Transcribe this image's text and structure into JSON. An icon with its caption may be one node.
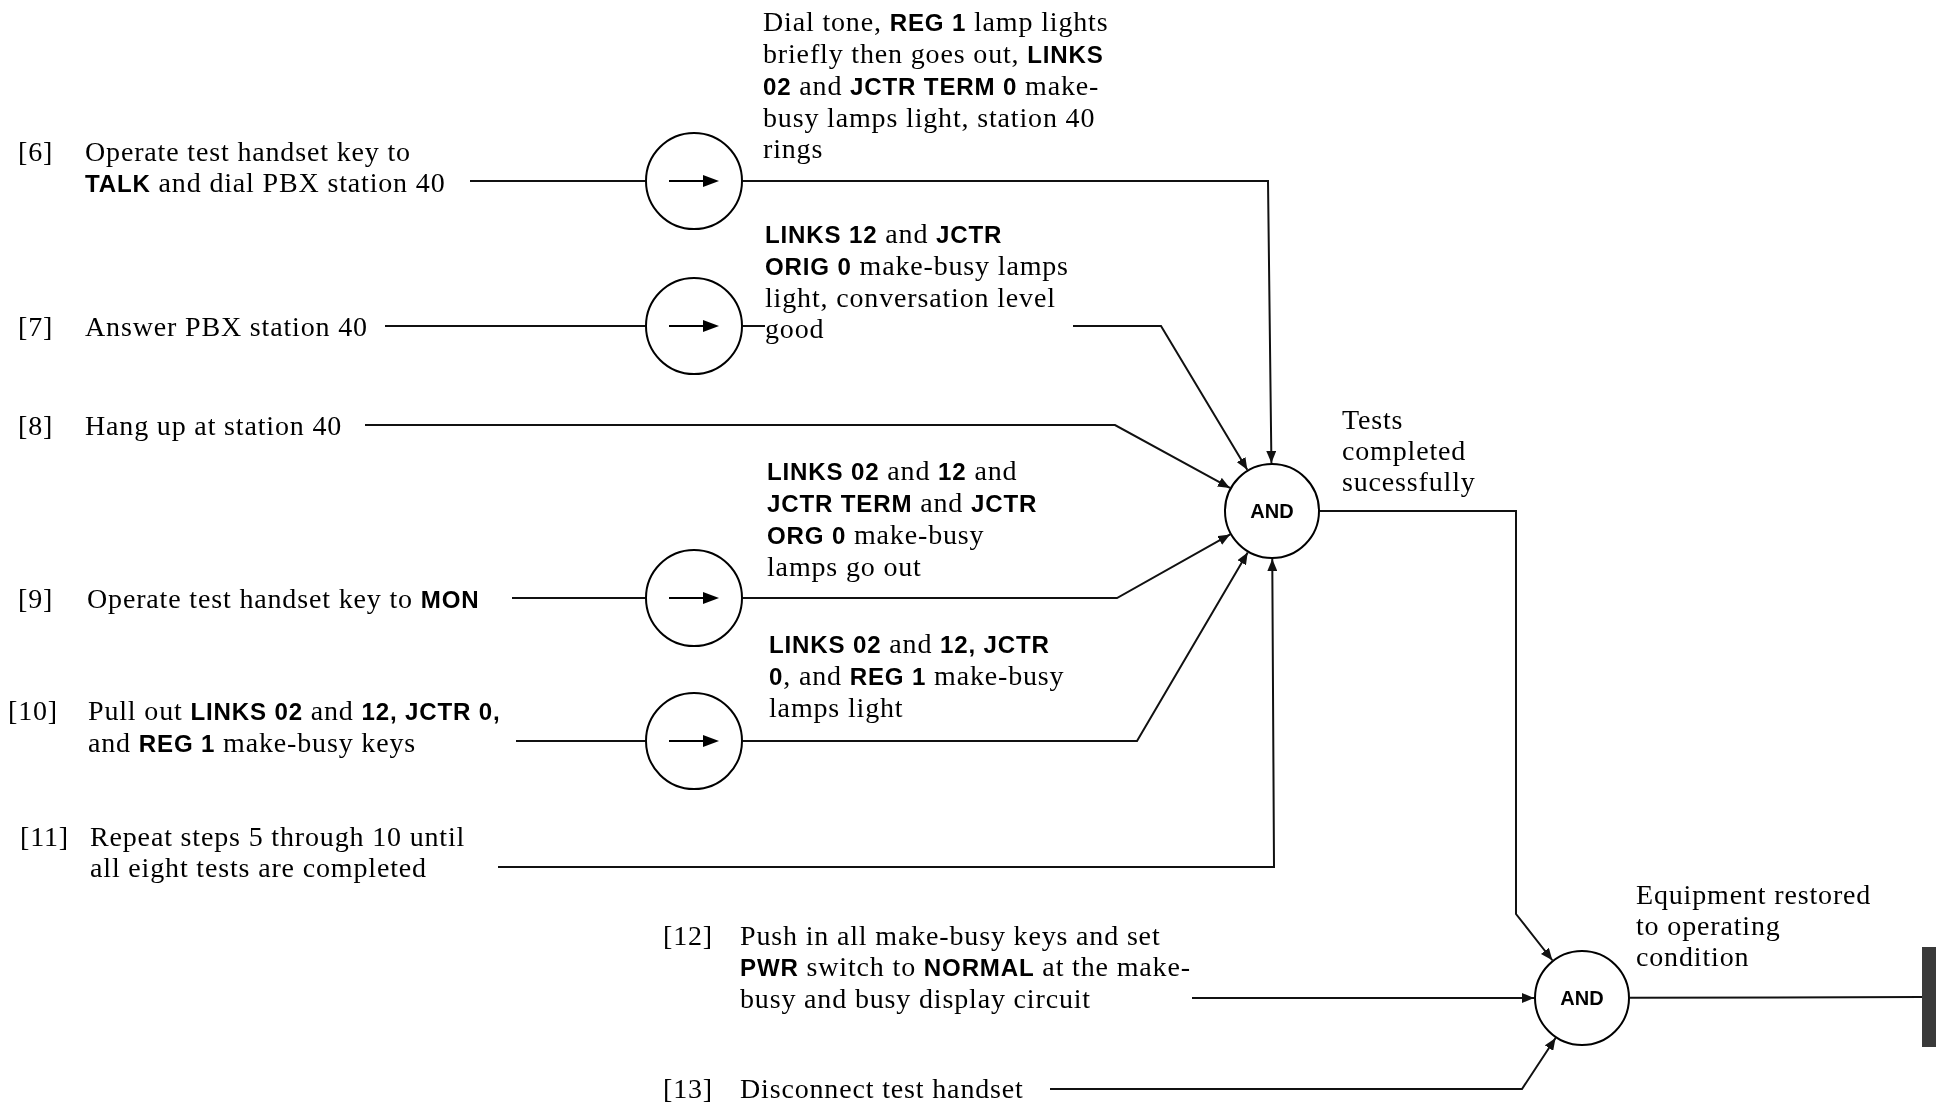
{
  "diagram": {
    "nodes": [
      {
        "text": [
          "[6]",
          "Operate test handset key to **TALK** and dial PBX station 40"
        ]
      },
      {
        "text": [],
        "shape": "circle"
      },
      {
        "text": [
          "[7]",
          "Answer PBX station 40"
        ]
      },
      {
        "text": [],
        "shape": "circle"
      },
      {
        "text": [
          "[8]",
          "Hang up at station 40"
        ]
      },
      {
        "text": [
          "[9]",
          "Operate test handset key to **MON**"
        ]
      },
      {
        "text": [],
        "shape": "circle"
      },
      {
        "text": [
          "[10]",
          "Pull out **LINKS 02** and **12, JCTR 0,** and **REG 1** make-busy keys"
        ]
      },
      {
        "text": [],
        "shape": "circle"
      },
      {
        "text": [
          "[11]",
          "Repeat steps 5 through 10 until all eight tests are completed"
        ]
      },
      {
        "text": [
          "AND"
        ],
        "beside": [
          "Tests completed sucessfully"
        ]
      },
      {
        "text": [
          "[12]",
          "Push in all make-busy keys and set **PWR** switch to **NORMAL** at the make-busy and busy display circuit"
        ]
      },
      {
        "text": [
          "[13]",
          "Disconnect test handset"
        ]
      },
      {
        "text": [
          "AND"
        ],
        "beside": [
          "Equipment restored to operating condition"
        ]
      },
      {
        "text": [],
        "shape": "bar"
      }
    ],
    "edges": [
      {
        "from": 0,
        "to": 1,
        "arrow": "none"
      },
      {
        "from": 1,
        "to": 10,
        "arrow": "to",
        "label": "Dial tone, **REG 1** lamp lights briefly then goes out, **LINKS 02** and **JCTR TERM 0** make-busy lamps light, station 40 rings"
      },
      {
        "from": 2,
        "to": 3,
        "arrow": "none"
      },
      {
        "from": 3,
        "to": 10,
        "arrow": "to",
        "label": "**LINKS 12** and **JCTR ORIG 0** make-busy lamps light, conversation level good"
      },
      {
        "from": 4,
        "to": 10,
        "arrow": "to"
      },
      {
        "from": 5,
        "to": 6,
        "arrow": "none"
      },
      {
        "from": 6,
        "to": 10,
        "arrow": "to",
        "label": "**LINKS 02** and **12** and **JCTR TERM** and **JCTR ORG 0** make-busy lamps go out"
      },
      {
        "from": 7,
        "to": 8,
        "arrow": "none"
      },
      {
        "from": 8,
        "to": 10,
        "arrow": "to",
        "label": "**LINKS 02** and **12, JCTR 0**, and **REG 1** make-busy lamps light"
      },
      {
        "from": 9,
        "to": 10,
        "arrow": "to"
      },
      {
        "from": 10,
        "to": 13,
        "arrow": "to"
      },
      {
        "from": 11,
        "to": 13,
        "arrow": "to"
      },
      {
        "from": 12,
        "to": 13,
        "arrow": "to"
      },
      {
        "from": 13,
        "to": 14,
        "arrow": "none"
      }
    ]
  }
}
